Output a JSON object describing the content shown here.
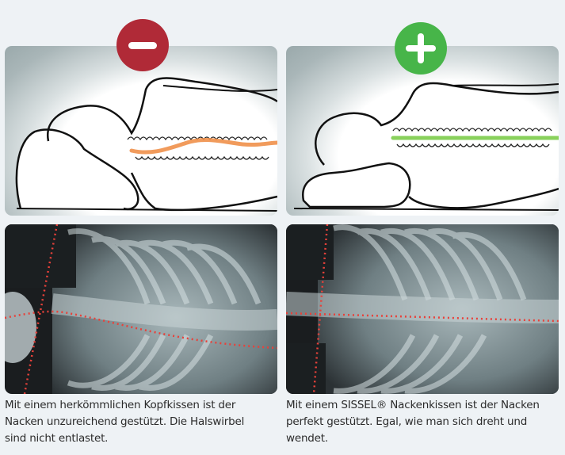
{
  "comparison": {
    "left": {
      "badge_icon": "minus-icon",
      "badge_color": "#b02a37",
      "spine_color": "#f0904a",
      "illustration": "person-lying-on-conventional-pillow-curved-spine",
      "xray": "chest-xray-misaligned-dotted-lines",
      "caption": "Mit einem herkömmlichen Kopfkissen ist der\nNacken unzureichend gestützt. Die Halswirbel\nsind nicht entlastet."
    },
    "right": {
      "badge_icon": "plus-icon",
      "badge_color": "#47b549",
      "spine_color": "#7ccc4a",
      "illustration": "person-lying-on-neck-pillow-straight-spine",
      "xray": "chest-xray-aligned-dotted-lines",
      "caption": "Mit einem SISSEL® Nackenkissen ist der Nacken\nperfekt gestützt. Egal, wie man sich dreht und\nwendet."
    },
    "guide_line_color": "#e8413a"
  }
}
